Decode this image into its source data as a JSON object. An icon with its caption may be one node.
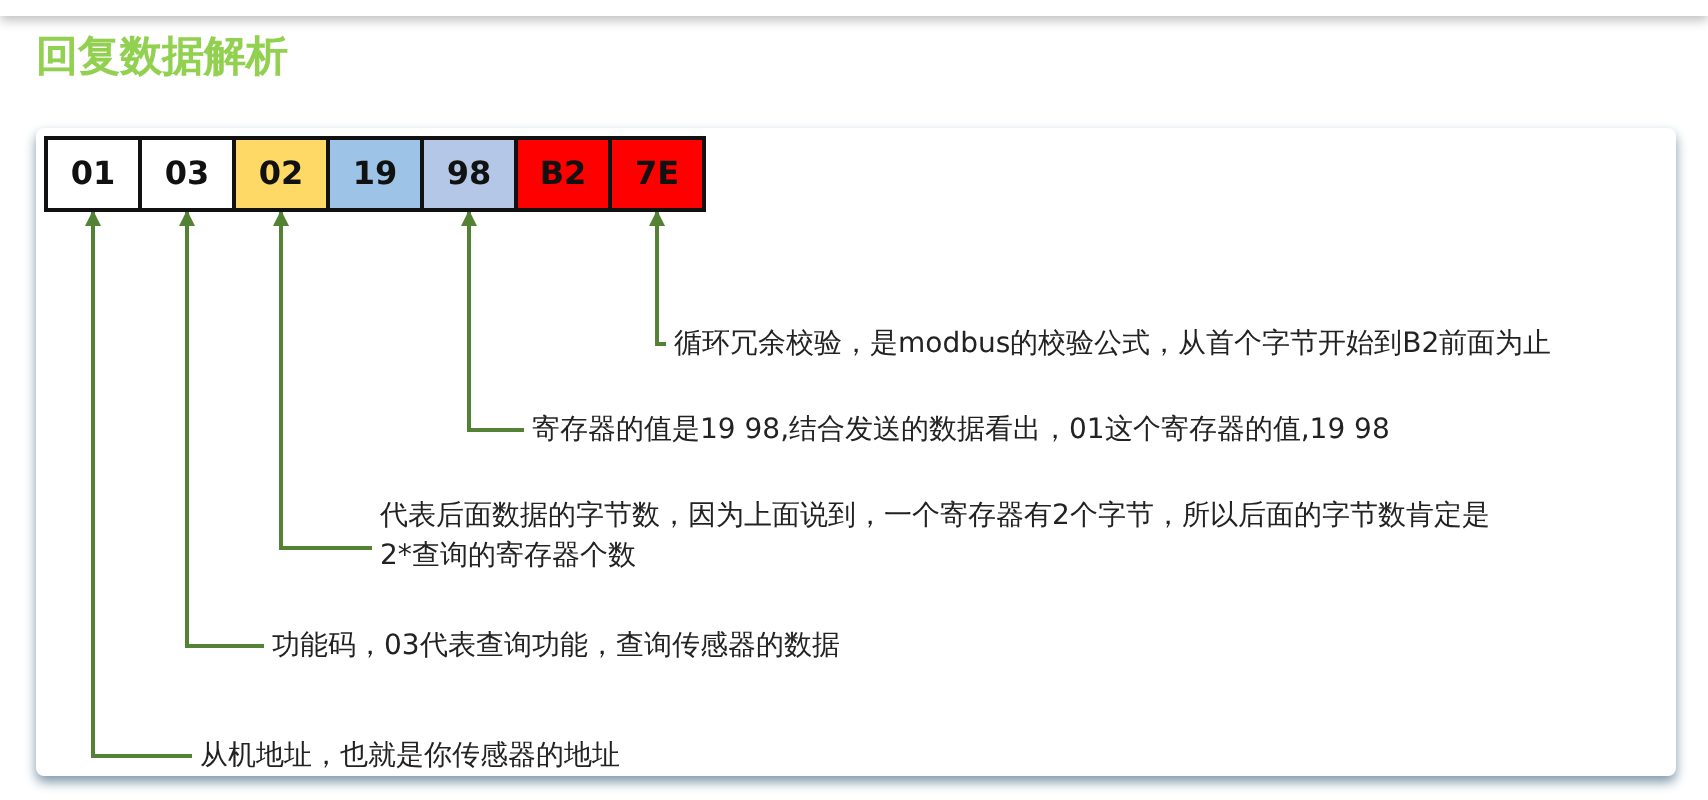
{
  "diagram": {
    "title": "回复数据解析",
    "nodes": [
      {
        "text": [
          "01"
        ]
      },
      {
        "text": [
          "03"
        ]
      },
      {
        "text": [
          "02"
        ]
      },
      {
        "text": [
          "19"
        ]
      },
      {
        "text": [
          "98"
        ]
      },
      {
        "text": [
          "B2"
        ]
      },
      {
        "text": [
          "7E"
        ]
      },
      {
        "text": [
          "循环冗余校验，是modbus的校验公式，从首个字节开始到B2前面为止"
        ]
      },
      {
        "text": [
          "寄存器的值是19 98,结合发送的数据看出，01这个寄存器的值,19 98"
        ]
      },
      {
        "text": [
          "代表后面数据的字节数，因为上面说到，一个寄存器有2个字节，所以后面的字节数肯定是2*查询的寄存器个数"
        ]
      },
      {
        "text": [
          "功能码，03代表查询功能，查询传感器的数据"
        ]
      },
      {
        "text": [
          "从机地址，也就是你传感器的地址"
        ]
      }
    ],
    "edges": [
      {
        "from": 7,
        "to": 6,
        "arrow": "to"
      },
      {
        "from": 8,
        "to": 4,
        "arrow": "to"
      },
      {
        "from": 9,
        "to": 2,
        "arrow": "to"
      },
      {
        "from": 10,
        "to": 1,
        "arrow": "to"
      },
      {
        "from": 11,
        "to": 0,
        "arrow": "to"
      }
    ]
  }
}
